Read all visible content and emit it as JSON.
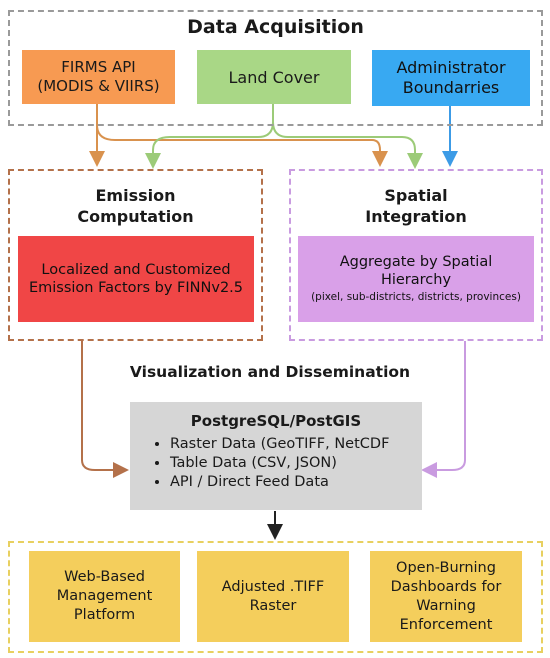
{
  "acquisition": {
    "title": "Data Acquisition",
    "firms_line1": "FIRMS API",
    "firms_line2": "(MODIS & VIIRS)",
    "land_cover": "Land Cover",
    "admin_line1": "Administrator",
    "admin_line2": "Boundarries"
  },
  "emission": {
    "title_line1": "Emission",
    "title_line2": "Computation",
    "box_line1": "Localized and Customized",
    "box_line2": "Emission Factors by FINNv2.5"
  },
  "spatial": {
    "title_line1": "Spatial",
    "title_line2": "Integration",
    "box_line1": "Aggregate by Spatial",
    "box_line2": "Hierarchy",
    "box_line3": "(pixel, sub-districts, districts, provinces)"
  },
  "visualization": {
    "title": "Visualization and Dissemination",
    "db_title": "PostgreSQL/PostGIS",
    "items": [
      "Raster Data (GeoTIFF, NetCDF",
      "Table Data (CSV, JSON)",
      "API / Direct Feed Data"
    ]
  },
  "outputs": [
    {
      "line1": "Web-Based",
      "line2": "Management",
      "line3": "Platform"
    },
    {
      "line1": "Adjusted .TIFF",
      "line2": "Raster"
    },
    {
      "line1": "Open-Burning",
      "line2": "Dashboards for",
      "line3": "Warning",
      "line4": "Enforcement"
    }
  ],
  "colors": {
    "firms": "#F79A52",
    "land_cover": "#A9D786",
    "admin": "#38A9F2",
    "emission_box": "#F04646",
    "spatial_box": "#D9A0E8",
    "database": "#D6D6D6",
    "outputs": "#F4CE5C",
    "arrow_orange": "#D9924E",
    "arrow_green": "#9CCB78",
    "arrow_blue": "#3C9BE6",
    "arrow_brown": "#B4714A",
    "arrow_purple": "#C99BE0"
  }
}
